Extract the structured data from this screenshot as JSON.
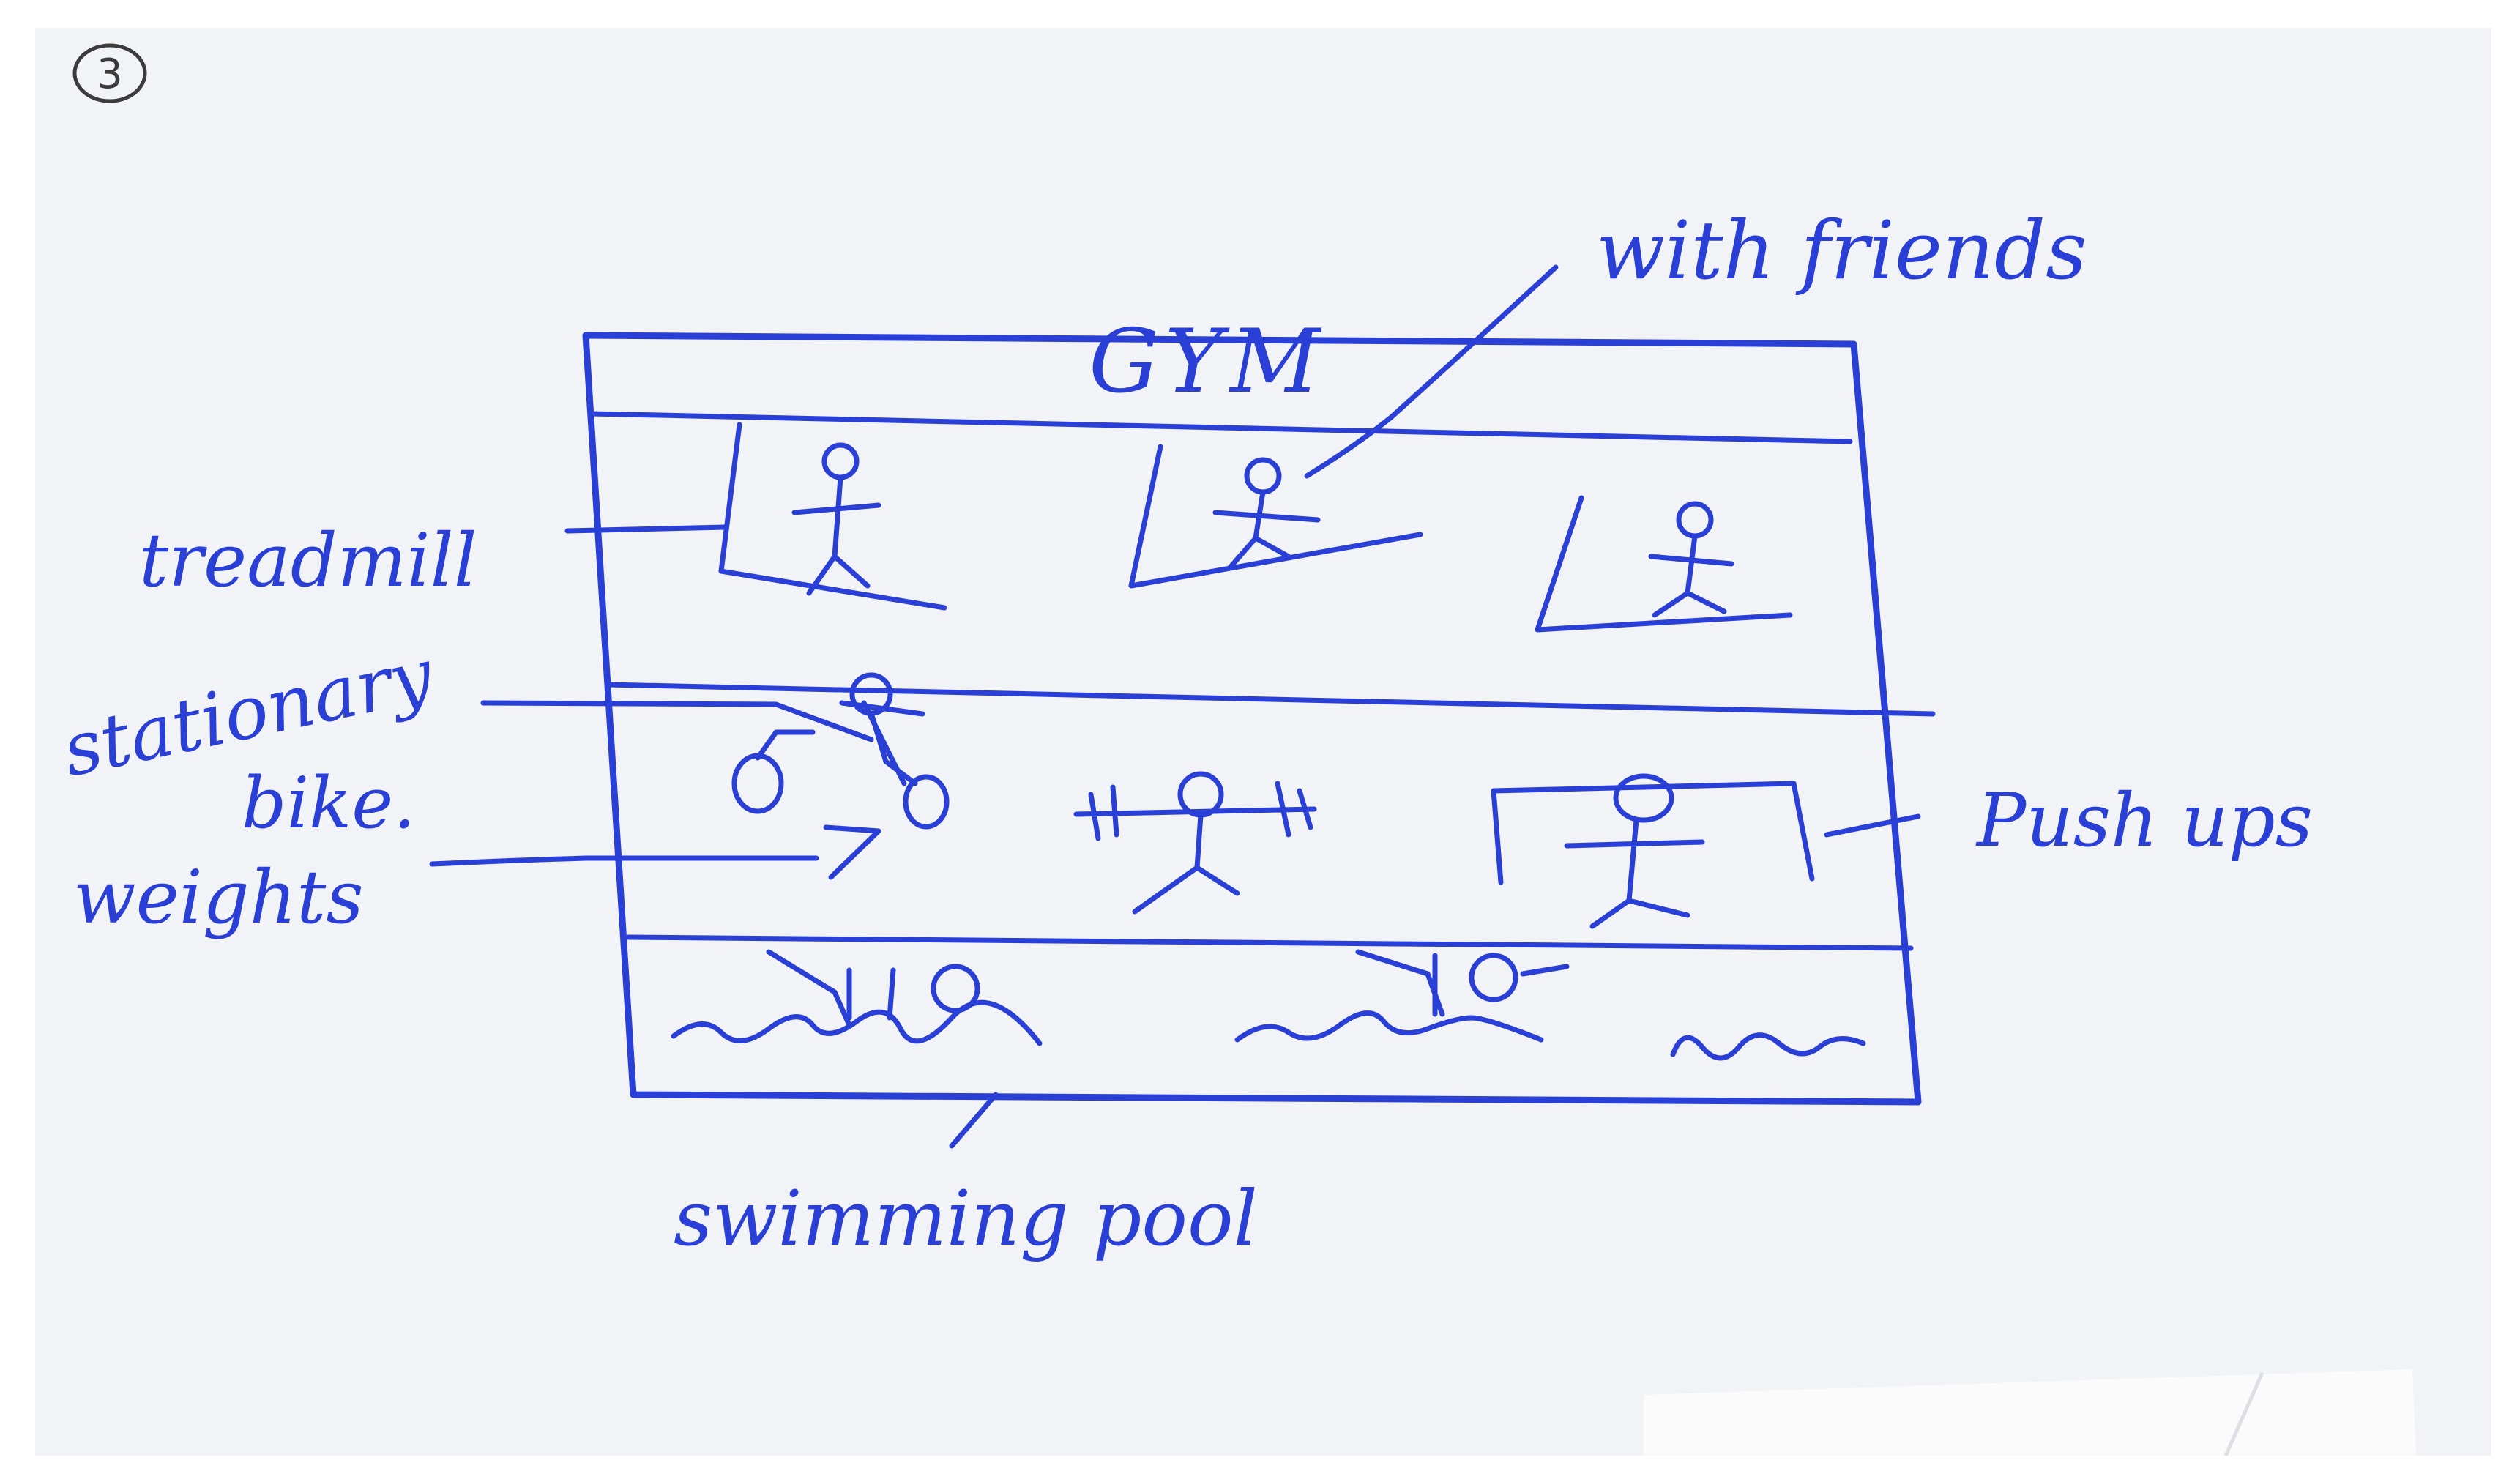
{
  "page_number": "3",
  "sketch": {
    "title": "GYM"
  },
  "labels": {
    "treadmill": "treadmill",
    "with_friends": "with friends",
    "stationary_bike": "stationary bike.",
    "weights": "weights",
    "push_ups": "Push ups",
    "swimming_pool": "swimming pool"
  },
  "colors": {
    "ink": "#2a3fd6",
    "paper": "#f1f3f6"
  }
}
